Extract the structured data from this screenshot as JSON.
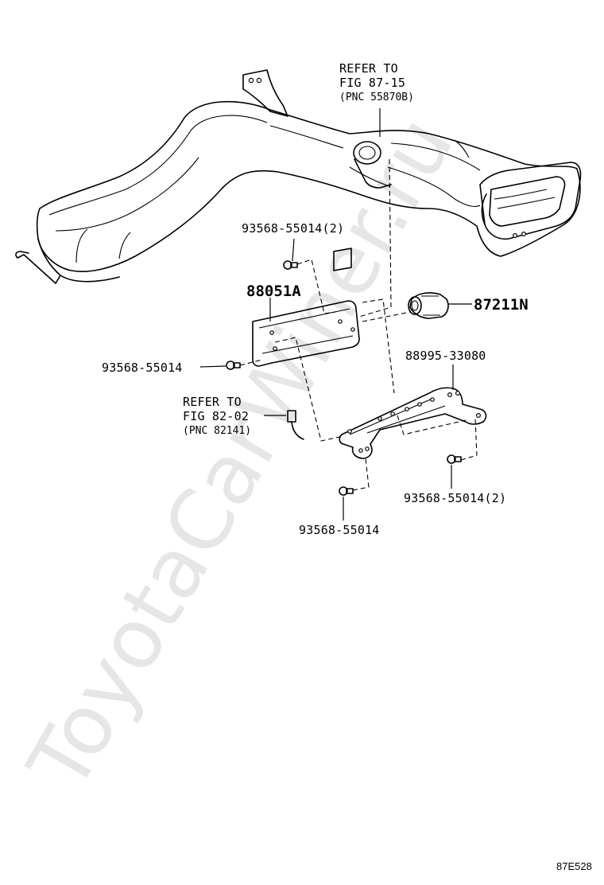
{
  "watermark": "ToyotaCarWiner.ru",
  "figure_code": "87E528",
  "callouts": {
    "duct_ref_line1": "REFER TO",
    "duct_ref_line2": "FIG 87-15",
    "duct_ref_line3": "(PNC 55870B)",
    "bolt_top": "93568-55014(2)",
    "module": "88051A",
    "camera": "87211N",
    "bolt_left": "93568-55014",
    "bracket": "88995-33080",
    "wire_ref_line1": "REFER TO",
    "wire_ref_line2": "FIG 82-02",
    "wire_ref_line3": "(PNC 82141)",
    "bolt_right": "93568-55014(2)",
    "bolt_bottom": "93568-55014"
  }
}
